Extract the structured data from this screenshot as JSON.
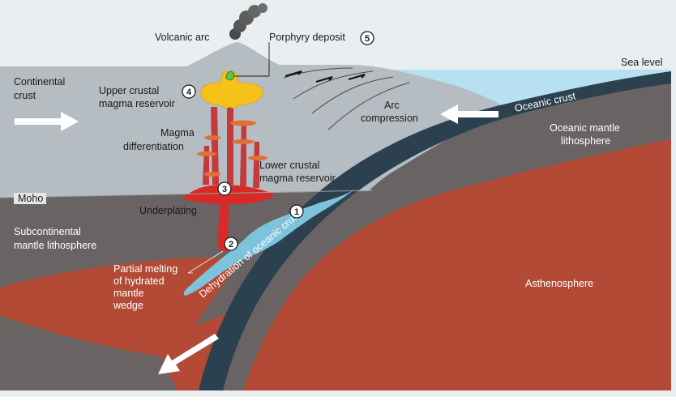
{
  "labels": {
    "volcanic_arc": "Volcanic arc",
    "porphyry_deposit": "Porphyry deposit",
    "sea_level": "Sea level",
    "continental_crust_1": "Continental",
    "continental_crust_2": "crust",
    "upper_reservoir_1": "Upper crustal",
    "upper_reservoir_2": "magma reservoir",
    "arc_compression_1": "Arc",
    "arc_compression_2": "compression",
    "oceanic_crust": "Oceanic crust",
    "oceanic_mantle_1": "Oceanic mantle",
    "oceanic_mantle_2": "lithosphere",
    "magma_diff_1": "Magma",
    "magma_diff_2": "differentiation",
    "lower_reservoir_1": "Lower crustal",
    "lower_reservoir_2": "magma reservoir",
    "moho": "Moho",
    "underplating": "Underplating",
    "subcontinental_1": "Subcontinental",
    "subcontinental_2": "mantle lithosphere",
    "partial_melting_1": "Partial melting",
    "partial_melting_2": "of hydrated",
    "partial_melting_3": "mantle",
    "partial_melting_4": "wedge",
    "dehydration": "Dehydration of oceanic crust",
    "asthenosphere": "Asthenosphere"
  },
  "markers": {
    "m1": "1",
    "m2": "2",
    "m3": "3",
    "m4": "4",
    "m5": "5"
  },
  "colors": {
    "sky": "#e9eef1",
    "sea": "#b7e0f0",
    "continental_crust": "#b5bcc2",
    "mantle_lithosphere": "#696463",
    "asthenosphere": "#b34a35",
    "oceanic_crust": "#2b4150",
    "fluid": "#7ec3dc",
    "magma": "#d92a28",
    "upper_reservoir": "#f6c218",
    "deposit": "#5ec24e"
  }
}
